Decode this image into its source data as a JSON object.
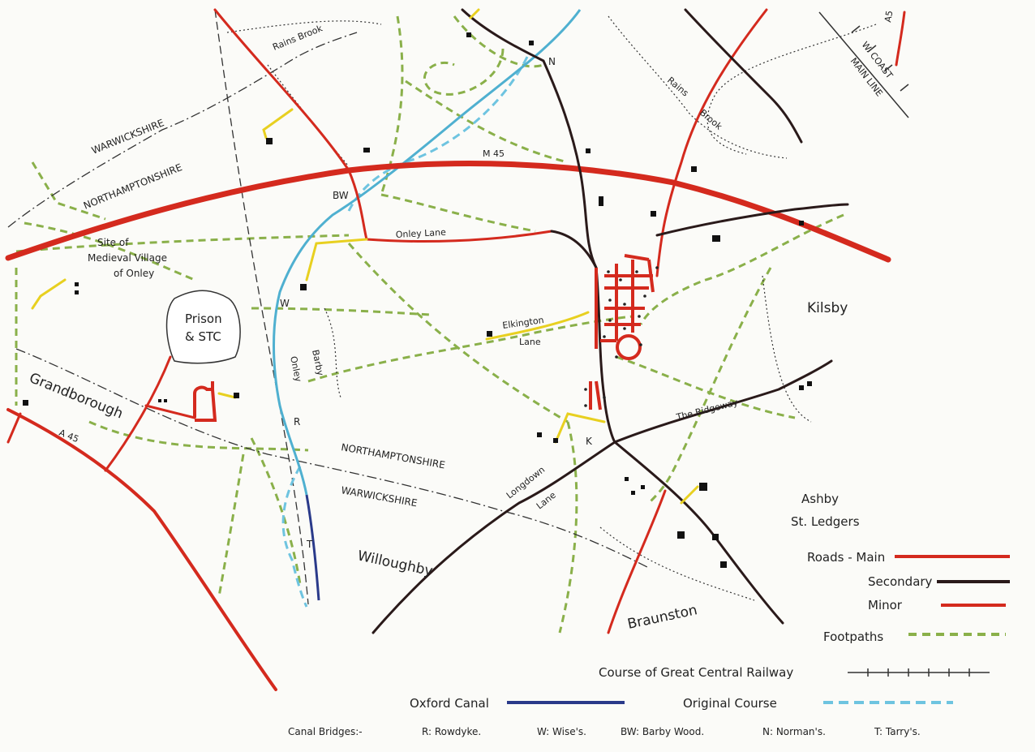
{
  "map": {
    "place_labels": {
      "kilsby": "Kilsby",
      "ashby_line1": "Ashby",
      "ashby_line2": "St. Ledgers",
      "willoughby": "Willoughby",
      "braunston": "Braunston",
      "grandborough": "Grandborough",
      "medieval_line1": "Site of",
      "medieval_line2": "Medieval Village",
      "medieval_line3": "of Onley",
      "prison_line1": "Prison",
      "prison_line2": "& STC"
    },
    "county_labels": {
      "warwickshire_north": "WARWICKSHIRE",
      "northamptonshire_north": "NORTHAMPTONSHIRE",
      "northamptonshire_south": "NORTHAMPTONSHIRE",
      "warwickshire_south": "WARWICKSHIRE"
    },
    "road_labels": {
      "m45": "M 45",
      "a45": "A 45",
      "onley_lane": "Onley Lane",
      "elkington_line1": "Elkington",
      "elkington_line2": "Lane",
      "ridgeway": "The Ridgeway",
      "longdown_line1": "Longdown",
      "longdown_line2": "Lane",
      "onley_barby_1": "Onley",
      "onley_barby_2": "Barby",
      "rains_brook_1": "Rains Brook",
      "rains_brook_2": "Rains",
      "rains_brook_3": "Brook",
      "wc_line_1": "W. COAST",
      "wc_line_2": "MAIN LINE",
      "wc_top": "A5"
    },
    "bridge_markers": {
      "n": "N",
      "bw": "BW",
      "w": "W",
      "r": "R",
      "k": "K",
      "t": "T"
    },
    "colors": {
      "main_road": "#d42a1e",
      "secondary_road": "#2a1a1a",
      "minor_road": "#e8d020",
      "footpath": "#8ab04a",
      "canal": "#4fb0d0",
      "oxford_canal": "#2a3a8a",
      "original_course": "#6ec4e0",
      "village": "#d42a1e"
    }
  },
  "legend": {
    "main_label": "Roads - Main",
    "secondary_label": "Secondary",
    "minor_label": "Minor",
    "footpaths_label": "Footpaths",
    "railway_label": "Course of Great Central Railway",
    "oxford_canal_label": "Oxford Canal",
    "original_course_label": "Original Course",
    "canal_bridges_label": "Canal Bridges:-",
    "bridge_r": "R: Rowdyke.",
    "bridge_w": "W: Wise's.",
    "bridge_bw": "BW: Barby Wood.",
    "bridge_n": "N: Norman's.",
    "bridge_t": "T: Tarry's."
  }
}
